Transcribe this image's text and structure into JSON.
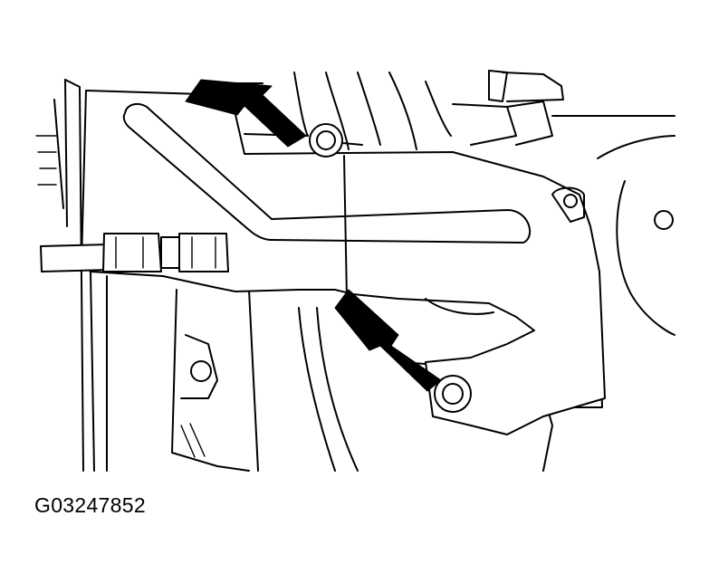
{
  "figure": {
    "id_label": "G03247852",
    "background": "#ffffff",
    "line_color": "#000000",
    "callouts": [
      {
        "icon": "arrow-icon",
        "target": "upper-bolt"
      },
      {
        "icon": "arrow-icon",
        "target": "lower-bolt"
      }
    ]
  }
}
